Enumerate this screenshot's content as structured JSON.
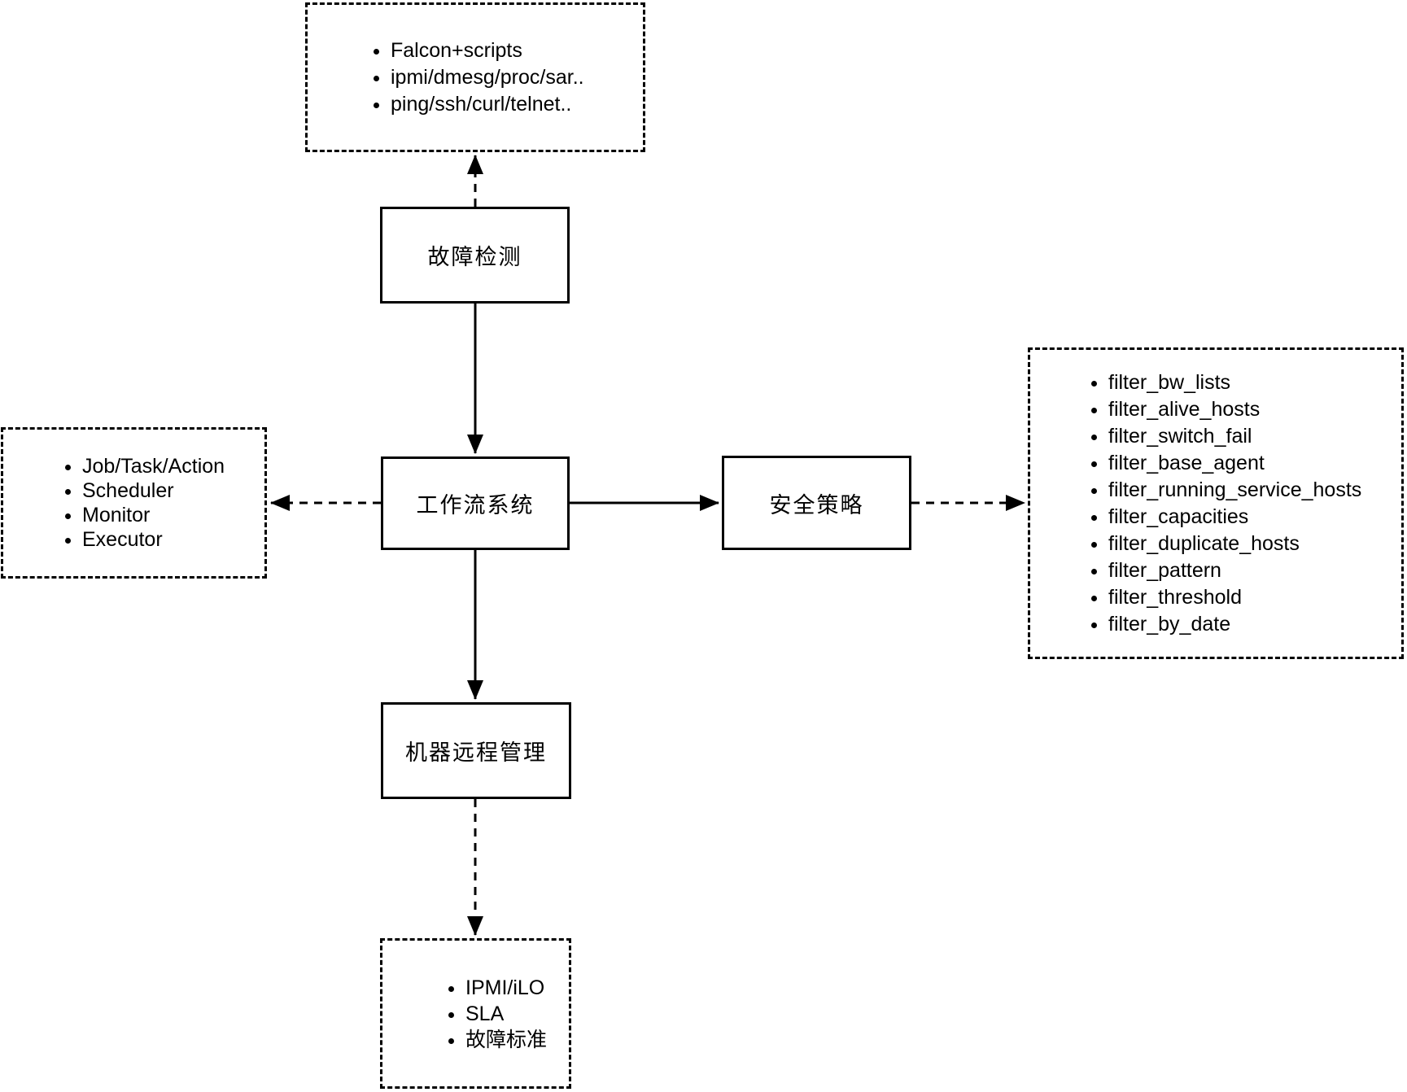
{
  "page": {
    "background_color": "#ffffff",
    "line_color": "#000000",
    "text_color": "#000000"
  },
  "diagram": {
    "nodes": {
      "fault_detection": {
        "label": "故障检测"
      },
      "workflow_system": {
        "label": "工作流系统"
      },
      "security_policy": {
        "label": "安全策略"
      },
      "machine_remote_management": {
        "label": "机器远程管理"
      }
    },
    "lists": {
      "detection_tools": {
        "items": [
          "Falcon+scripts",
          "ipmi/dmesg/proc/sar..",
          "ping/ssh/curl/telnet.."
        ]
      },
      "workflow_components": {
        "items": [
          "Job/Task/Action",
          "Scheduler",
          "Monitor",
          "Executor"
        ]
      },
      "security_filters": {
        "items": [
          "filter_bw_lists",
          "filter_alive_hosts",
          "filter_switch_fail",
          "filter_base_agent",
          "filter_running_service_hosts",
          "filter_capacities",
          "filter_duplicate_hosts",
          "filter_pattern",
          "filter_threshold",
          "filter_by_date"
        ]
      },
      "remote_management_tools": {
        "items": [
          "IPMI/iLO",
          "SLA",
          "故障标准"
        ]
      }
    },
    "edges": [
      {
        "from": "fault_detection",
        "to": "detection_tools",
        "style": "dashed",
        "direction": "up"
      },
      {
        "from": "fault_detection",
        "to": "workflow_system",
        "style": "solid",
        "direction": "down"
      },
      {
        "from": "workflow_system",
        "to": "workflow_components",
        "style": "dashed",
        "direction": "left"
      },
      {
        "from": "workflow_system",
        "to": "security_policy",
        "style": "solid",
        "direction": "right"
      },
      {
        "from": "security_policy",
        "to": "security_filters",
        "style": "dashed",
        "direction": "right"
      },
      {
        "from": "workflow_system",
        "to": "machine_remote_management",
        "style": "solid",
        "direction": "down"
      },
      {
        "from": "machine_remote_management",
        "to": "remote_management_tools",
        "style": "dashed",
        "direction": "down"
      }
    ]
  }
}
